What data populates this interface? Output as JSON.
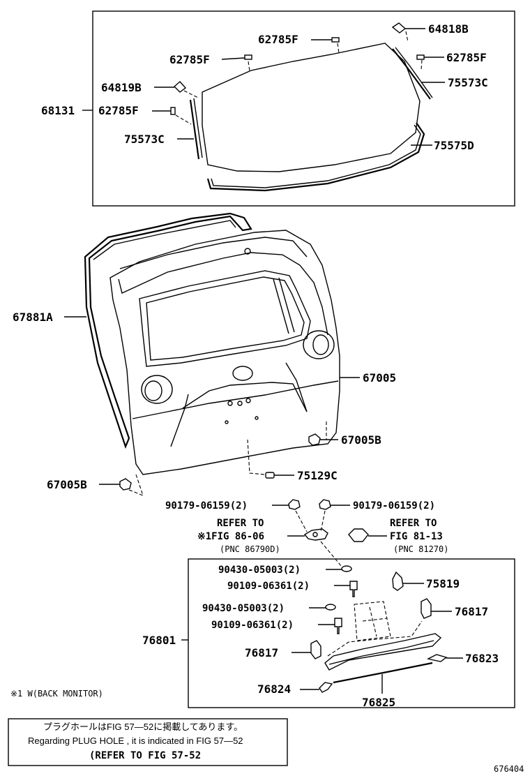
{
  "labels": {
    "p64818b": "64818B",
    "p62785f_top": "62785F",
    "p62785f_left": "62785F",
    "p62785f_right": "62785F",
    "p64819b": "64819B",
    "p75573c_right": "75573C",
    "p68131": "68131",
    "p62785f_inner": "62785F",
    "p75573c_left": "75573C",
    "p75575d": "75575D",
    "p67881a": "67881A",
    "p67005": "67005",
    "p67005b_right": "67005B",
    "p67005b_left": "67005B",
    "p75129c": "75129C",
    "p90179_left": "90179-06159(2)",
    "p90179_right": "90179-06159(2)",
    "refer_left_1": "REFER TO",
    "refer_left_2": "※1FIG 86-06",
    "refer_left_3": "(PNC 86790D)",
    "refer_right_1": "REFER TO",
    "refer_right_2": "FIG 81-13",
    "refer_right_3": "(PNC 81270)",
    "p90430_a": "90430-05003(2)",
    "p90109_a": "90109-06361(2)",
    "p90430_b": "90430-05003(2)",
    "p90109_b": "90109-06361(2)",
    "p75819": "75819",
    "p76817_right": "76817",
    "p76801": "76801",
    "p76817_left": "76817",
    "p76823": "76823",
    "p76824": "76824",
    "p76825": "76825"
  },
  "footnote": "※1 W(BACK MONITOR)",
  "notebox": {
    "line1": "プラグホールはFIG 57—52に掲載してあります。",
    "line2": "Regarding PLUG HOLE , it is indicated in FIG 57—52",
    "line3": "(REFER TO FIG 57-52"
  },
  "figure_number": "676404"
}
